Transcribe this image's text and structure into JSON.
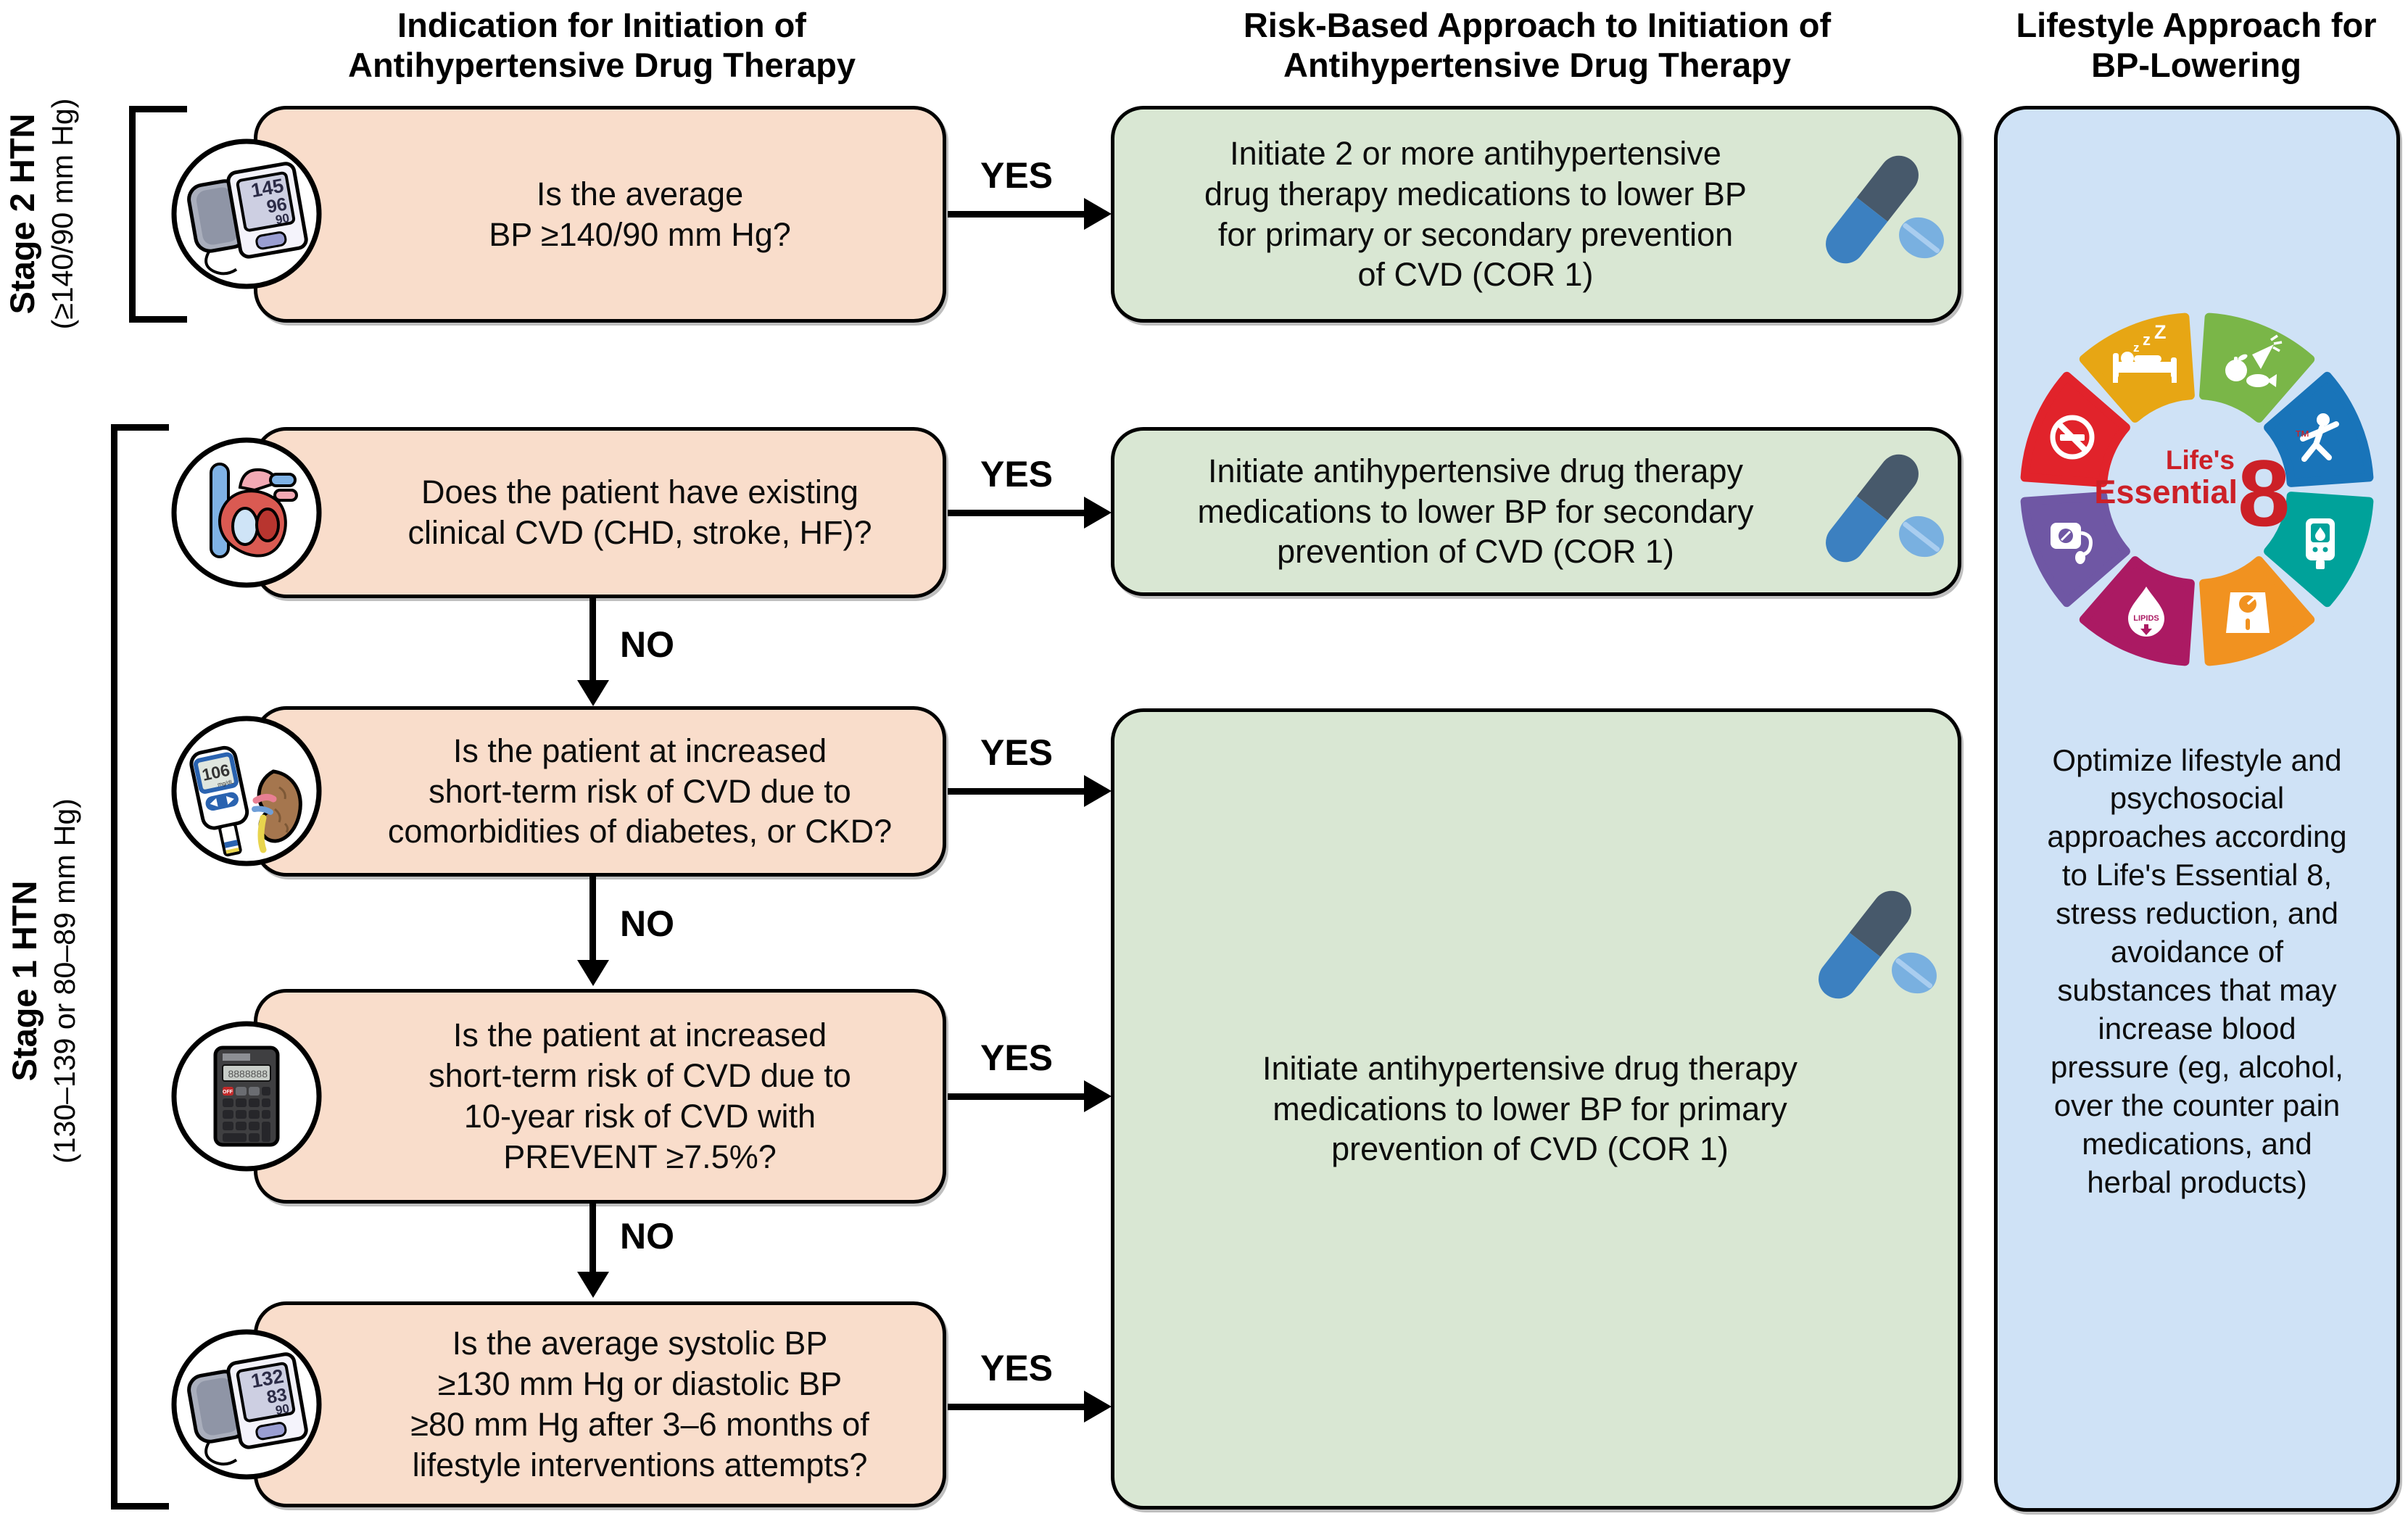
{
  "headers": {
    "col1": "Indication for Initiation of\nAntihypertensive Drug Therapy",
    "col2": "Risk-Based Approach to Initiation of\nAntihypertensive Drug Therapy",
    "col3": "Lifestyle Approach for\nBP-Lowering"
  },
  "stages": {
    "stage2": {
      "title": "Stage 2 HTN",
      "range": "(≥140/90 mm Hg)"
    },
    "stage1": {
      "title": "Stage 1 HTN",
      "range": "(130–139 or 80–89 mm Hg)"
    }
  },
  "labels": {
    "yes": "YES",
    "no": "NO"
  },
  "questions": [
    {
      "text": "Is the average\nBP ≥140/90 mm Hg?",
      "icon": "bp-monitor",
      "screen": {
        "sys": "145",
        "dia": "96",
        "pulse": "90"
      }
    },
    {
      "text": "Does the patient have existing\nclinical CVD (CHD, stroke, HF)?",
      "icon": "heart"
    },
    {
      "text": "Is the patient at increased\nshort-term risk of CVD due to\ncomorbidities of diabetes, or CKD?",
      "icon": "glucose-meter-kidney",
      "meter_value": "106",
      "meter_unit": "mg/dL"
    },
    {
      "text": "Is the patient at increased\nshort-term risk of CVD due to\n10-year risk of CVD with\nPREVENT ≥7.5%?",
      "icon": "calculator",
      "calc_display": "8888888",
      "calc_off": "OFF"
    },
    {
      "text": "Is the average systolic BP\n≥130 mm Hg or diastolic BP\n≥80 mm Hg after 3–6 months of\nlifestyle interventions attempts?",
      "icon": "bp-monitor",
      "screen": {
        "sys": "132",
        "dia": "83",
        "pulse": "90"
      }
    }
  ],
  "outcomes": [
    {
      "text": "Initiate 2 or more antihypertensive\ndrug therapy medications to lower BP\nfor primary or secondary prevention\nof CVD (COR 1)"
    },
    {
      "text": "Initiate antihypertensive drug therapy\nmedications to lower BP for secondary\nprevention of CVD (COR 1)"
    },
    {
      "text": "Initiate antihypertensive drug therapy\nmedications to lower BP for primary\nprevention of CVD (COR 1)"
    }
  ],
  "lifestyle": {
    "text": "Optimize lifestyle and\npsychosocial\napproaches according\nto Life's Essential 8,\nstress reduction, and\navoidance of\nsubstances that may\nincrease blood\npressure (eg, alcohol,\nover the counter pain\nmedications, and\nherbal products)",
    "logo": {
      "top": "Life's",
      "bottom": "Essential",
      "number": "8",
      "tm": "™",
      "lipids_label": "LIPIDS",
      "segments": [
        "sleep",
        "diet",
        "exercise",
        "glucose",
        "weight",
        "lipids",
        "blood-pressure",
        "no-smoking"
      ]
    }
  },
  "colors": {
    "question_fill": "#f9ddcb",
    "outcome_fill": "#d9e7d3",
    "lifestyle_fill": "#cfe2f6",
    "pill_dark": "#47596b",
    "pill_blue": "#3c80c0",
    "tablet_blue": "#79b0e0",
    "logo_red": "#cc2027",
    "seg_sleep": "#e7a614",
    "seg_diet": "#7ab648",
    "seg_exercise": "#1974b9",
    "seg_glucose": "#00a29a",
    "seg_weight": "#f19220",
    "seg_lipids": "#ab1a63",
    "seg_bp": "#6f57a4",
    "seg_smoking": "#e1232b"
  }
}
